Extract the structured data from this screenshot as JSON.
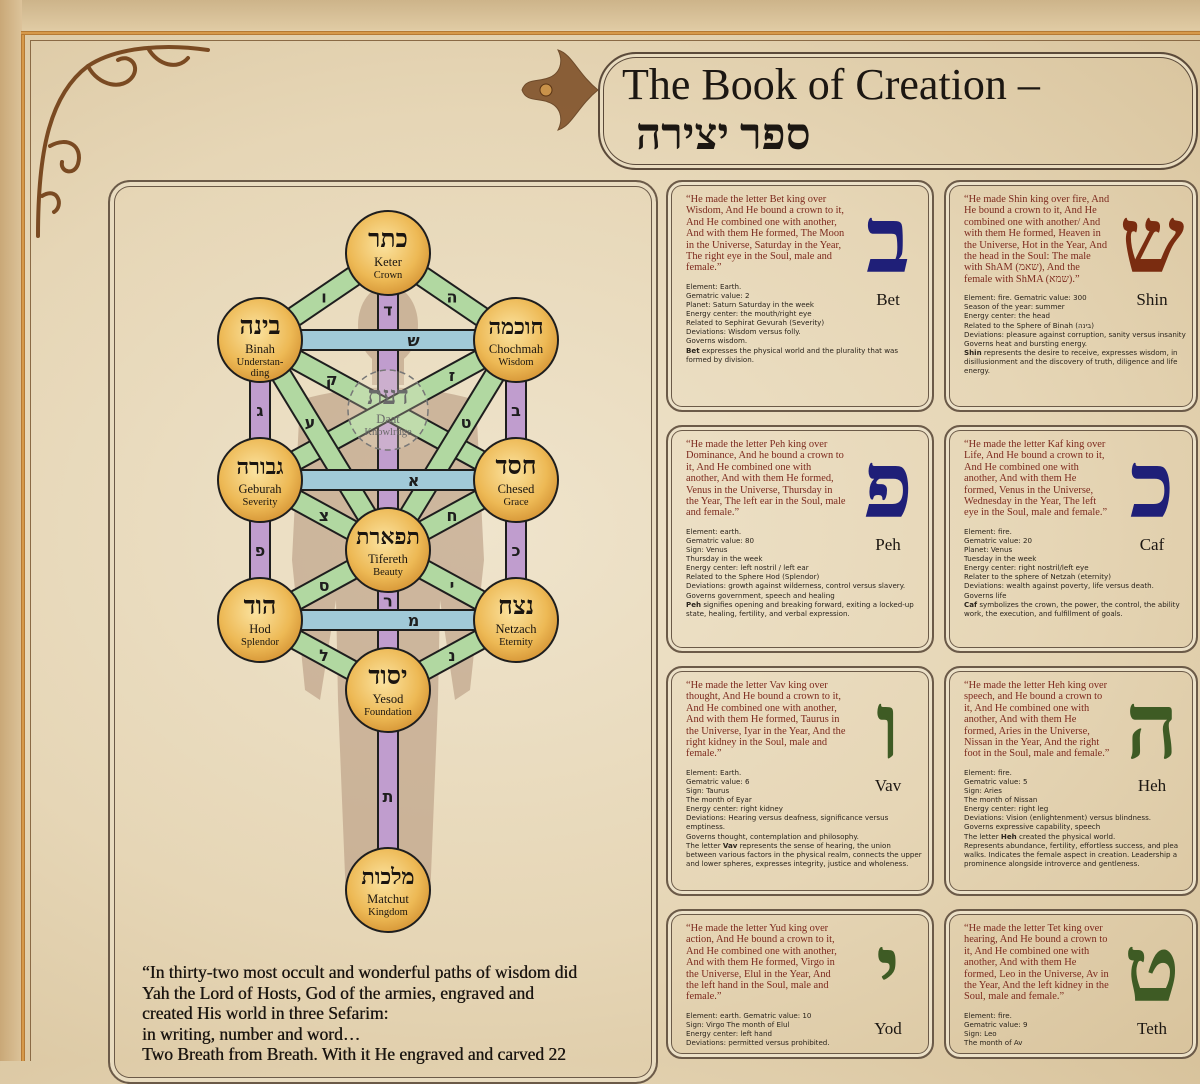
{
  "title": {
    "english": "The Book of Creation –",
    "hebrew": "ספר יצירה"
  },
  "colors": {
    "path_green": "#b9e2a9",
    "path_purple": "#c9a4d8",
    "path_blue": "#a9d3e2",
    "node_gold": "#edb955",
    "quote_red": "#7d2a1e",
    "navy": "#1f1f78",
    "brown": "#7a2c10",
    "green": "#3e5b24"
  },
  "tree": {
    "nodes": [
      {
        "id": "keter",
        "hebrew": "כתר",
        "name": "Keter",
        "meaning": [
          "Crown"
        ]
      },
      {
        "id": "binah",
        "hebrew": "בינה",
        "name": "Binah",
        "meaning": [
          "Understan-",
          "ding"
        ]
      },
      {
        "id": "chochmah",
        "hebrew": "חוכמה",
        "name": "Chochmah",
        "meaning": [
          "Wisdom"
        ]
      },
      {
        "id": "daat",
        "hebrew": "דעת",
        "name": "Daat",
        "meaning": [
          "Knowlrdge"
        ]
      },
      {
        "id": "geburah",
        "hebrew": "גבורה",
        "name": "Geburah",
        "meaning": [
          "Severity"
        ]
      },
      {
        "id": "chesed",
        "hebrew": "חסד",
        "name": "Chesed",
        "meaning": [
          "Grace"
        ]
      },
      {
        "id": "tifereth",
        "hebrew": "תפארת",
        "name": "Tifereth",
        "meaning": [
          "Beauty"
        ]
      },
      {
        "id": "hod",
        "hebrew": "הוד",
        "name": "Hod",
        "meaning": [
          "Splendor"
        ]
      },
      {
        "id": "netzach",
        "hebrew": "נצח",
        "name": "Netzach",
        "meaning": [
          "Eternity"
        ]
      },
      {
        "id": "yesod",
        "hebrew": "יסוד",
        "name": "Yesod",
        "meaning": [
          "Foundation"
        ]
      },
      {
        "id": "malchut",
        "hebrew": "מלכות",
        "name": "Matchut",
        "meaning": [
          "Kingdom"
        ]
      }
    ],
    "paths": [
      {
        "from": "keter",
        "to": "binah",
        "letter": "ו",
        "kind": "green"
      },
      {
        "from": "keter",
        "to": "chochmah",
        "letter": "ה",
        "kind": "green"
      },
      {
        "from": "keter",
        "to": "tifereth",
        "letter": "ד",
        "kind": "purple"
      },
      {
        "from": "binah",
        "to": "chochmah",
        "letter": "ש",
        "kind": "blue"
      },
      {
        "from": "binah",
        "to": "geburah",
        "letter": "ג",
        "kind": "purple"
      },
      {
        "from": "chochmah",
        "to": "chesed",
        "letter": "ב",
        "kind": "purple"
      },
      {
        "from": "binah",
        "to": "chesed",
        "letter": "ק",
        "kind": "green"
      },
      {
        "from": "chochmah",
        "to": "geburah",
        "letter": "ז",
        "kind": "green"
      },
      {
        "from": "binah",
        "to": "tifereth",
        "letter": "ע",
        "kind": "green"
      },
      {
        "from": "chochmah",
        "to": "tifereth",
        "letter": "ט",
        "kind": "green"
      },
      {
        "from": "geburah",
        "to": "chesed",
        "letter": "א",
        "kind": "blue"
      },
      {
        "from": "geburah",
        "to": "tifereth",
        "letter": "צ",
        "kind": "green"
      },
      {
        "from": "chesed",
        "to": "tifereth",
        "letter": "ח",
        "kind": "green"
      },
      {
        "from": "geburah",
        "to": "hod",
        "letter": "פ",
        "kind": "purple"
      },
      {
        "from": "chesed",
        "to": "netzach",
        "letter": "כ",
        "kind": "purple"
      },
      {
        "from": "tifereth",
        "to": "hod",
        "letter": "ס",
        "kind": "green"
      },
      {
        "from": "tifereth",
        "to": "netzach",
        "letter": "י",
        "kind": "green"
      },
      {
        "from": "tifereth",
        "to": "yesod",
        "letter": "ר",
        "kind": "purple"
      },
      {
        "from": "hod",
        "to": "netzach",
        "letter": "מ",
        "kind": "blue"
      },
      {
        "from": "hod",
        "to": "yesod",
        "letter": "ל",
        "kind": "green"
      },
      {
        "from": "netzach",
        "to": "yesod",
        "letter": "נ",
        "kind": "green"
      },
      {
        "from": "yesod",
        "to": "malchut",
        "letter": "ת",
        "kind": "purple"
      }
    ]
  },
  "quote_lines": [
    "“In thirty-two most occult and wonderful paths of wisdom did",
    "Yah the Lord of Hosts, God of the armies, engraved and",
    "created His world in three Sefarim:",
    "in writing, number and word…",
    "Two Breath from Breath. With it He engraved and carved 22"
  ],
  "cards": [
    {
      "glyph": "ב",
      "name": "Bet",
      "color": "#1f1f78",
      "quote": "“He made the letter Bet king over Wisdom, And He bound a crown to it, And He combined one with another, And with them He formed, The Moon in the Universe, Saturday in the Year, The right eye in the Soul, male and female.”",
      "details": [
        "Element: Earth.",
        "Gematric value: 2",
        "Planet: Saturn    Saturday in the week",
        "Energy center: the mouth/right eye",
        "Related to Sephirat Gevurah (Severity)",
        "Deviations: Wisdom versus folly.",
        "Governs wisdom."
      ],
      "desc": {
        "pre": "",
        "bold": "Bet",
        "post": " expresses the physical world and the plurality that was"
      },
      "extra": [
        "formed by division."
      ]
    },
    {
      "glyph": "ש",
      "name": "Shin",
      "color": "#7a2c10",
      "quote": "“He made Shin  king over fire, And He bound a crown to it, And He combined one with another/ And with them He formed, Heaven in the Universe, Hot in the Year, And the head in the Soul: The male with ShAM (שאמ), And the female with ShMA (שמא).”",
      "details": [
        "Element: fire.     Gematric value: 300",
        "Season of the year: summer",
        "Energy center: the head",
        "Related to the Sphere of Binah (בינה)",
        "Deviations: pleasure against corruption, sanity versus insanity",
        "Governs heat and bursting energy."
      ],
      "desc": {
        "pre": "",
        "bold": "Shin",
        "post": " represents the desire to receive, expresses wisdom, in"
      },
      "extra": [
        "disillusionment and the discovery of truth, diligence and life",
        "energy."
      ]
    },
    {
      "glyph": "פ",
      "name": "Peh",
      "color": "#1f1f78",
      "quote": "“He made the letter Peh king over Dominance, And he bound a crown to it, And He combined one with another, And with them He formed, Venus in the Universe, Thursday in the Year, The left ear in the Soul, male and female.”",
      "details": [
        "Element: earth.",
        "Gematric value: 80",
        "Sign: Venus",
        "Thursday in the week",
        "Energy center: left nostril / left ear",
        "Related to the Sphere Hod (Splendor)",
        "Deviations: growth against wilderness, control versus slavery.",
        "Governs government, speech and healing"
      ],
      "desc": {
        "pre": "",
        "bold": "Peh",
        "post": " signifies opening and breaking forward, exiting a locked-up"
      },
      "extra": [
        "state, healing, fertility, and verbal expression."
      ]
    },
    {
      "glyph": "כ",
      "name": "Caf",
      "color": "#1f1f78",
      "quote": "“He made the letter Kaf king over Life, And He bound a crown to it, And He combined one with another, And with them He formed, Venus in the Universe, Wednesday in the Year, The left eye in the Soul, male and female.”",
      "details": [
        "Element: fire.",
        "Gematric value: 20",
        "Planet: Venus",
        "Tuesday in the week",
        "Energy center: right nostril/left eye",
        "Relater to the sphere of Netzah (eternity)",
        "Deviations: wealth against poverty, life versus death.",
        "Governs life"
      ],
      "desc": {
        "pre": "",
        "bold": "Caf",
        "post": " symbolizes the crown, the power, the control, the ability"
      },
      "extra": [
        "work, the execution, and fulfillment of goals."
      ]
    },
    {
      "glyph": "ו",
      "name": "Vav",
      "color": "#3e5b24",
      "quote": "“He made the letter Vav king over thought, And He bound a crown to it, And He combined one with another, And with them He formed, Taurus in the Universe, Iyar in the Year, And the right kidney in the Soul, male and female.”",
      "details": [
        "Element: Earth.",
        "Gematric value: 6",
        "Sign: Taurus",
        "The month of Eyar",
        "Energy center: right kidney",
        "Deviations: Hearing versus deafness, significance versus",
        "emptiness.",
        "Governs thought, contemplation and philosophy."
      ],
      "desc": {
        "pre": "The letter ",
        "bold": "Vav",
        "post": " represents the sense of hearing, the union"
      },
      "extra": [
        "between various factors in the physical realm, connects the upper",
        "and lower spheres, expresses integrity, justice and wholeness."
      ]
    },
    {
      "glyph": "ה",
      "name": "Heh",
      "color": "#3e5b24",
      "quote": "“He made the letter Heh king over speech, and He bound a crown to it, And He combined one with another, And with them He formed, Aries in the Universe, Nissan in the Year, And the right foot in the Soul, male and female.”",
      "details": [
        "Element: fire.",
        "Gematric value: 5",
        "Sign: Aries",
        "The month of Nissan",
        "Energy center: right leg",
        "Deviations: Vision (enlightenment) versus blindness.",
        "Governs expressive capability, speech"
      ],
      "desc": {
        "pre": "The letter ",
        "bold": "Heh",
        "post": " created the physical world."
      },
      "extra": [
        "Represents abundance, fertility, effortless success, and plea",
        "walks. Indicates the female aspect in creation. Leadership a",
        "prominence alongside introverce and gentleness."
      ]
    },
    {
      "glyph": "י",
      "name": "Yod",
      "color": "#3e5b24",
      "quote": "“He made the letter Yud king over action, And He bound a crown to it, And He combined one with another, And with them He formed, Virgo in the Universe, Elul in the Year, And the left hand in the Soul, male and female.”",
      "details": [
        "Element: earth.     Gematric value: 10",
        "Sign: Virgo    The month of Elul",
        "Energy center: left hand",
        "Deviations: permitted versus prohibited."
      ],
      "desc": null,
      "extra": []
    },
    {
      "glyph": "ט",
      "name": "Teth",
      "color": "#3e5b24",
      "quote": "“He made the letter Tet king over hearing, And He bound a crown to it, And He combined one with another, And with them He formed,  Leo in the Universe, Av in the Year, And the left kidney in the Soul, male and female.”",
      "details": [
        "Element: fire.",
        "Gematric value: 9",
        "Sign: Leo",
        "The month of Av"
      ],
      "desc": null,
      "extra": []
    }
  ]
}
